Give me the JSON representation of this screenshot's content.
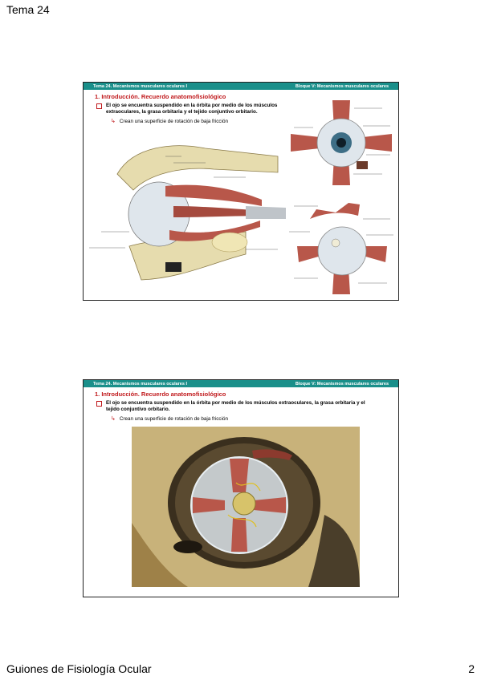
{
  "page": {
    "header": "Tema 24",
    "footer_left": "Guiones de Fisiología Ocular",
    "footer_right": "2"
  },
  "slides": [
    {
      "bar_left": "Tema 24. Mecanismos musculares oculares I",
      "bar_right": "Bloque V: Mecanismos musculares oculares",
      "title": "1. Introducción. Recuerdo anatomofisiológico",
      "bullet": "El ojo se encuentra suspendido en la órbita por medio de los músculos extraoculares, la grasa orbitaria y el tejido conjuntivo orbitario.",
      "sub": "Crean una superficie de rotación de baja fricción"
    },
    {
      "bar_left": "Tema 24. Mecanismos musculares oculares I",
      "bar_right": "Bloque V: Mecanismos musculares oculares",
      "title": "1. Introducción. Recuerdo anatomofisiológico",
      "bullet": "El ojo se encuentra suspendido en la órbita por medio de los músculos extraoculares, la grasa orbitaria y el tejido conjuntivo orbitario.",
      "sub": "Crean una superficie de rotación de baja fricción"
    }
  ],
  "colors": {
    "bar": "#1a8f8a",
    "title": "#c0181b",
    "muscle": "#b8574a",
    "bone": "#e6dcae",
    "skull": "#c8b27a"
  }
}
